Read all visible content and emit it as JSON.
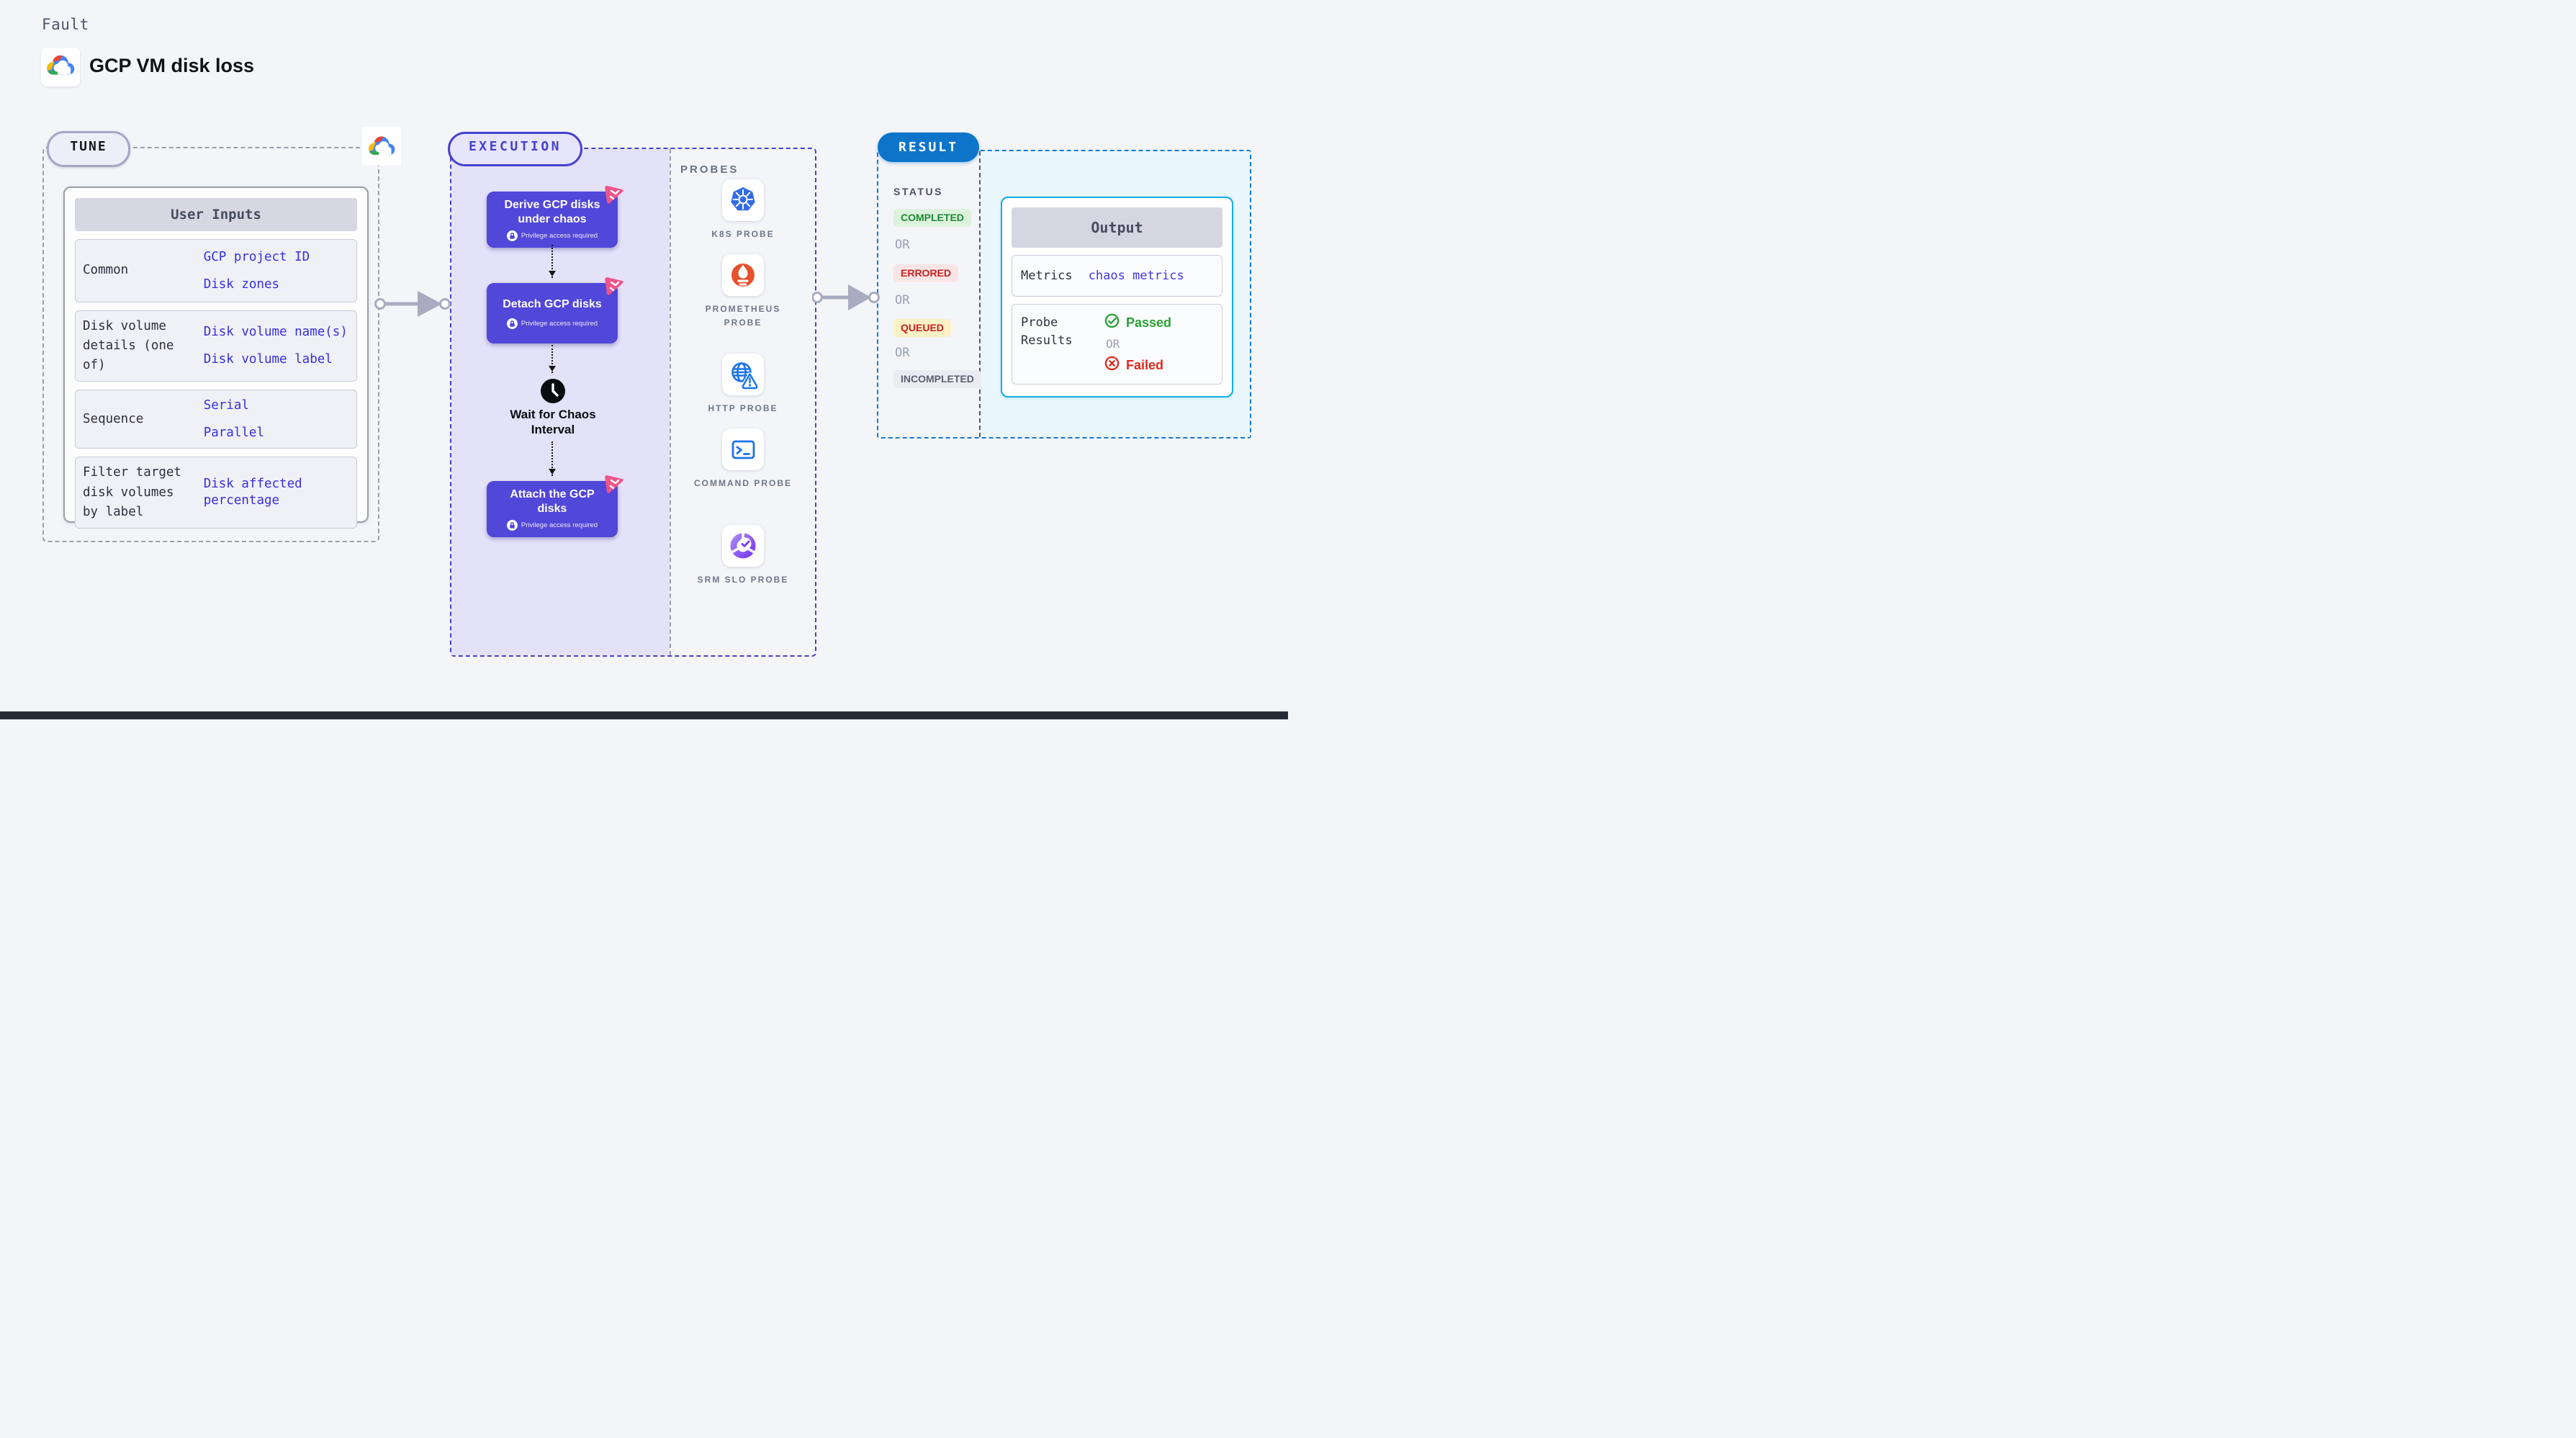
{
  "page": {
    "kicker": "Fault",
    "title": "GCP VM disk loss"
  },
  "tune": {
    "pill_label": "TUNE",
    "table_header": "User Inputs",
    "rows": [
      {
        "label": "Common",
        "values": [
          "GCP project ID",
          "Disk zones"
        ]
      },
      {
        "label": "Disk volume details (one of)",
        "values": [
          "Disk volume name(s)",
          "Disk volume label"
        ]
      },
      {
        "label": "Sequence",
        "values": [
          "Serial",
          "Parallel"
        ]
      },
      {
        "label": "Filter target disk volumes by label",
        "values": [
          "Disk affected percentage"
        ]
      }
    ]
  },
  "execution": {
    "pill_label": "EXECUTION",
    "privilege_label": "Privilege access required",
    "steps": [
      {
        "title": "Derive GCP disks under chaos"
      },
      {
        "title": "Detach GCP disks"
      },
      {
        "title": "Attach the GCP disks"
      }
    ],
    "wait_label": "Wait for Chaos Interval",
    "probes": {
      "label": "PROBES",
      "items": [
        {
          "name": "K8S PROBE",
          "icon": "kubernetes-icon"
        },
        {
          "name": "PROMETHEUS PROBE",
          "icon": "prometheus-icon"
        },
        {
          "name": "HTTP PROBE",
          "icon": "http-globe-icon"
        },
        {
          "name": "COMMAND PROBE",
          "icon": "terminal-icon"
        },
        {
          "name": "SRM SLO PROBE",
          "icon": "slo-donut-icon"
        }
      ]
    }
  },
  "result": {
    "pill_label": "RESULT",
    "status_label": "STATUS",
    "or_label": "OR",
    "statuses": [
      {
        "label": "COMPLETED",
        "type": "green"
      },
      {
        "label": "ERRORED",
        "type": "red"
      },
      {
        "label": "QUEUED",
        "type": "yellow"
      },
      {
        "label": "INCOMPLETED",
        "type": "gray"
      }
    ],
    "output": {
      "header": "Output",
      "metrics_label": "Metrics",
      "metrics_value": "chaos metrics",
      "probe_results_label": "Probe Results",
      "passed_label": "Passed",
      "or_label": "OR",
      "failed_label": "Failed"
    }
  },
  "colors": {
    "accent_indigo": "#4741cf",
    "step_purple": "#5147d8",
    "result_blue": "#0d74ca",
    "output_cyan": "#10aee6",
    "value_blue": "#372fdd",
    "chaos_pink": "#f0548b",
    "passed_green": "#27a135",
    "failed_red": "#df2a1f"
  }
}
